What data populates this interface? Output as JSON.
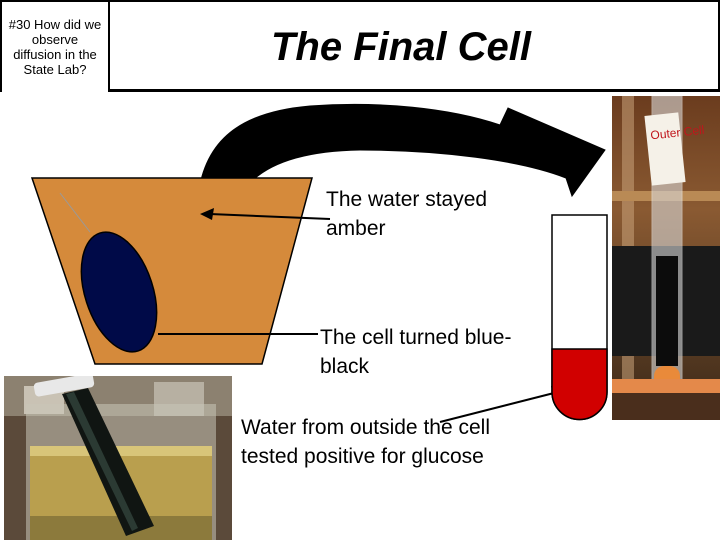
{
  "header": {
    "question": "#30 How did we observe diffusion in the State Lab?",
    "title": "The Final Cell"
  },
  "annotations": {
    "water": "The water stayed amber",
    "cell": "The cell turned blue-black",
    "glucose": "Water from outside the cell tested positive for glucose"
  },
  "photo_right": {
    "tube_label": "Outer Cell"
  },
  "colors": {
    "beaker": "#d58a3b",
    "cell": "#000a48",
    "tube_fill": "#d10000",
    "arrow": "#000000"
  }
}
